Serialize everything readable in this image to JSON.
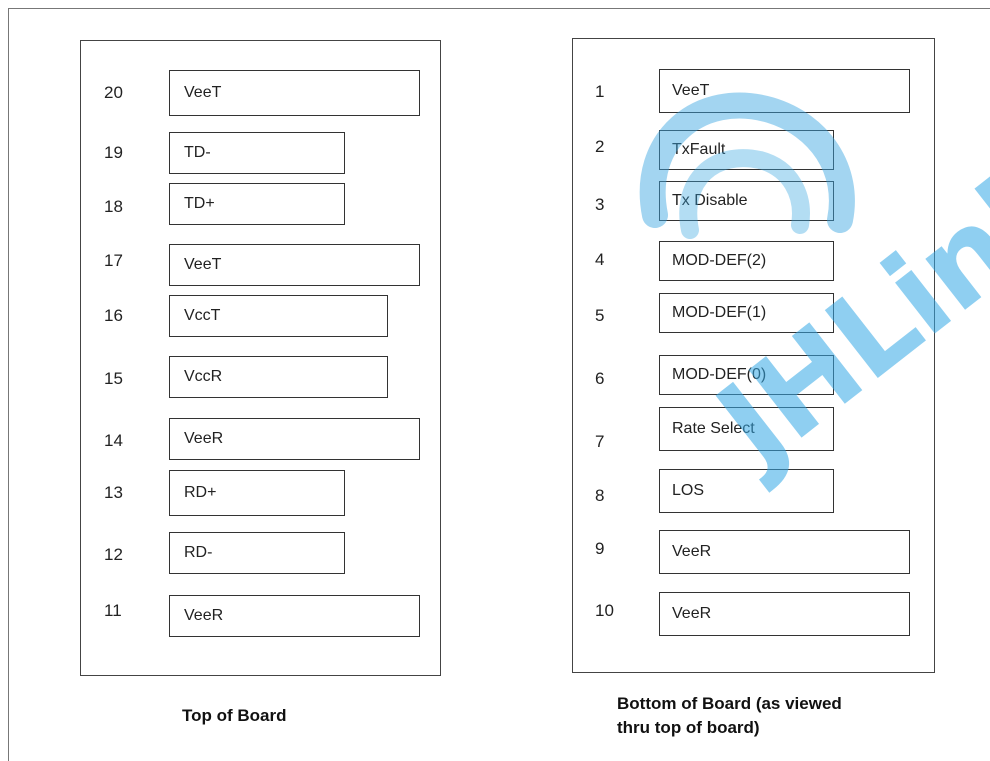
{
  "watermark": {
    "text": "JHLink",
    "color": "#35a9e6"
  },
  "top_board": {
    "caption": "Top of Board",
    "pins": [
      {
        "num": "20",
        "label": "VeeT"
      },
      {
        "num": "19",
        "label": "TD-"
      },
      {
        "num": "18",
        "label": "TD+"
      },
      {
        "num": "17",
        "label": "VeeT"
      },
      {
        "num": "16",
        "label": "VccT"
      },
      {
        "num": "15",
        "label": "VccR"
      },
      {
        "num": "14",
        "label": "VeeR"
      },
      {
        "num": "13",
        "label": "RD+"
      },
      {
        "num": "12",
        "label": "RD-"
      },
      {
        "num": "11",
        "label": "VeeR"
      }
    ]
  },
  "bottom_board": {
    "caption_line1": "Bottom of Board (as viewed",
    "caption_line2": "thru top of board)",
    "pins": [
      {
        "num": "1",
        "label": "VeeT"
      },
      {
        "num": "2",
        "label": "TxFault"
      },
      {
        "num": "3",
        "label": "Tx Disable"
      },
      {
        "num": "4",
        "label": "MOD-DEF(2)"
      },
      {
        "num": "5",
        "label": "MOD-DEF(1)"
      },
      {
        "num": "6",
        "label": "MOD-DEF(0)"
      },
      {
        "num": "7",
        "label": "Rate Select"
      },
      {
        "num": "8",
        "label": "LOS"
      },
      {
        "num": "9",
        "label": "VeeR"
      },
      {
        "num": "10",
        "label": "VeeR"
      }
    ]
  }
}
